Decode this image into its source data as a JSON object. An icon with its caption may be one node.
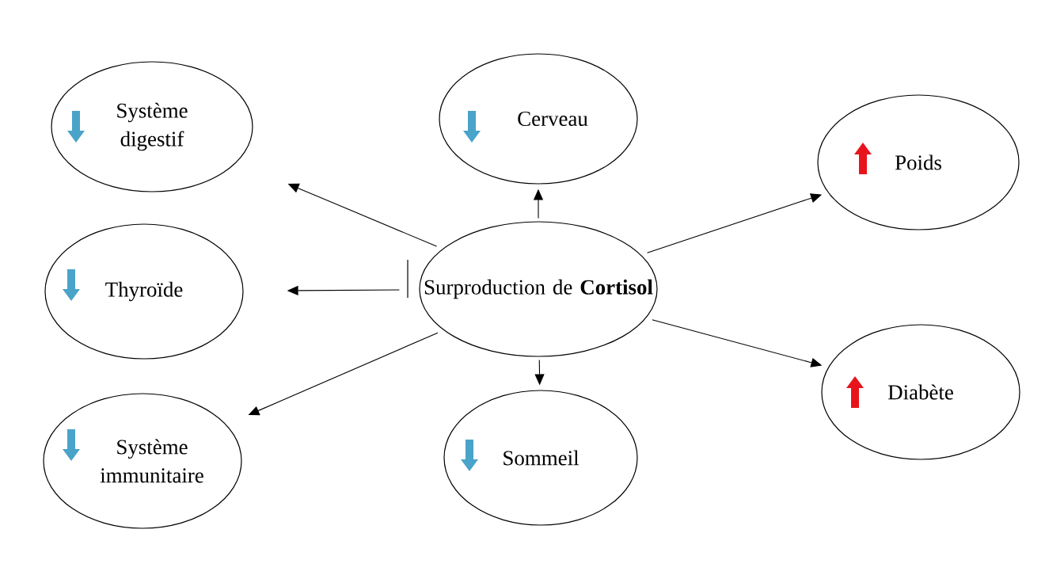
{
  "diagram": {
    "nodes": [
      {
        "text": [
          "Surproduction de **Cortisol**"
        ]
      },
      {
        "text": [
          "Système digestif"
        ]
      },
      {
        "text": [
          "Cerveau"
        ]
      },
      {
        "text": [
          "Poids"
        ]
      },
      {
        "text": [
          "Thyroïde"
        ]
      },
      {
        "text": [
          "Système immunitaire"
        ]
      },
      {
        "text": [
          "Sommeil"
        ]
      },
      {
        "text": [
          "Diabète"
        ]
      }
    ],
    "edges": [
      {
        "from": 0,
        "to": 1,
        "arrow": "to"
      },
      {
        "from": 0,
        "to": 2,
        "arrow": "to"
      },
      {
        "from": 0,
        "to": 3,
        "arrow": "to"
      },
      {
        "from": 0,
        "to": 4,
        "arrow": "to"
      },
      {
        "from": 0,
        "to": 5,
        "arrow": "to"
      },
      {
        "from": 0,
        "to": 6,
        "arrow": "to"
      },
      {
        "from": 0,
        "to": 7,
        "arrow": "to"
      }
    ]
  }
}
